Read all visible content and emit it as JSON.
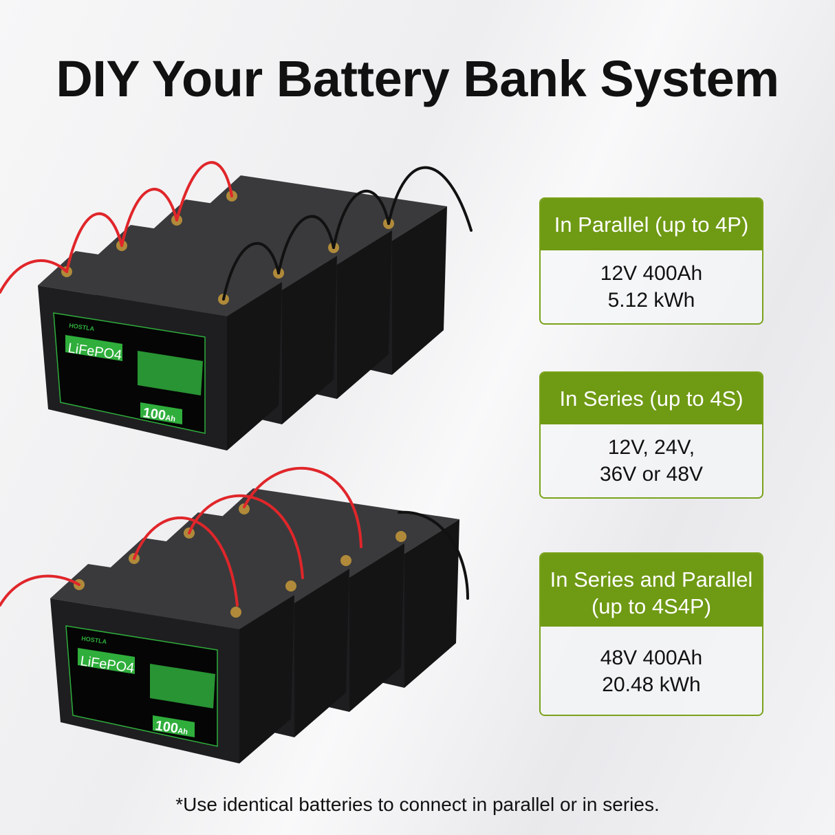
{
  "title": "DIY Your Battery Bank System",
  "battery": {
    "logo": "HOSTLA",
    "chemistry": "LiFePO4",
    "capacity": "100",
    "capacity_unit": "Ah"
  },
  "cards": [
    {
      "heading": "In Parallel (up to 4P)",
      "lines": [
        "12V 400Ah",
        "5.12 kWh"
      ]
    },
    {
      "heading": "In Series (up to 4S)",
      "lines": [
        "12V, 24V,",
        "36V or 48V"
      ]
    },
    {
      "heading": "In Series and Parallel (up to 4S4P)",
      "lines": [
        "48V 400Ah",
        "20.48 kWh"
      ]
    }
  ],
  "footnote": "*Use identical batteries to connect in parallel or in series.",
  "colors": {
    "accent": "#6f9a14",
    "positive_wire": "#e0262a",
    "negative_wire": "#111111",
    "battery": "#1c1c1e",
    "label_green": "#2fae3c"
  }
}
